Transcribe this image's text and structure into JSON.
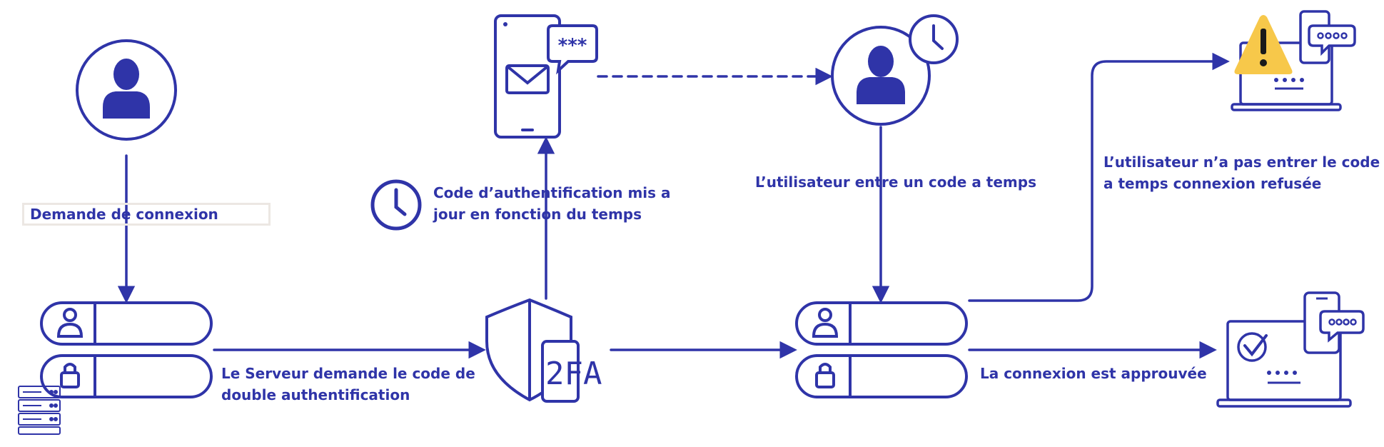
{
  "colors": {
    "primary": "#2f34a8",
    "warning": "#f7c84a",
    "label_box_border": "#ece7e3"
  },
  "icons": [
    "user-avatar-icon",
    "mobile-sms-icon",
    "envelope-icon",
    "password-bubble-icon",
    "clock-icon",
    "user-timer-icon",
    "login-form-icon",
    "shield-2fa-icon",
    "server-icon",
    "laptop-warning-icon",
    "laptop-approved-icon"
  ],
  "labels": {
    "request": "Demande de connexion",
    "code_update_1": "Code d’authentification mis a",
    "code_update_2": "jour en fonction du temps",
    "user_enters": "L’utilisateur entre un code a temps",
    "refused_1": "L’utilisateur n’a pas entrer le code",
    "refused_2": "a temps connexion refusée",
    "server_1": "Le Serveur demande le code de",
    "server_2": "double authentification",
    "approved": "La connexion est approuvée",
    "twofa": "2FA",
    "password_mask": "***"
  }
}
